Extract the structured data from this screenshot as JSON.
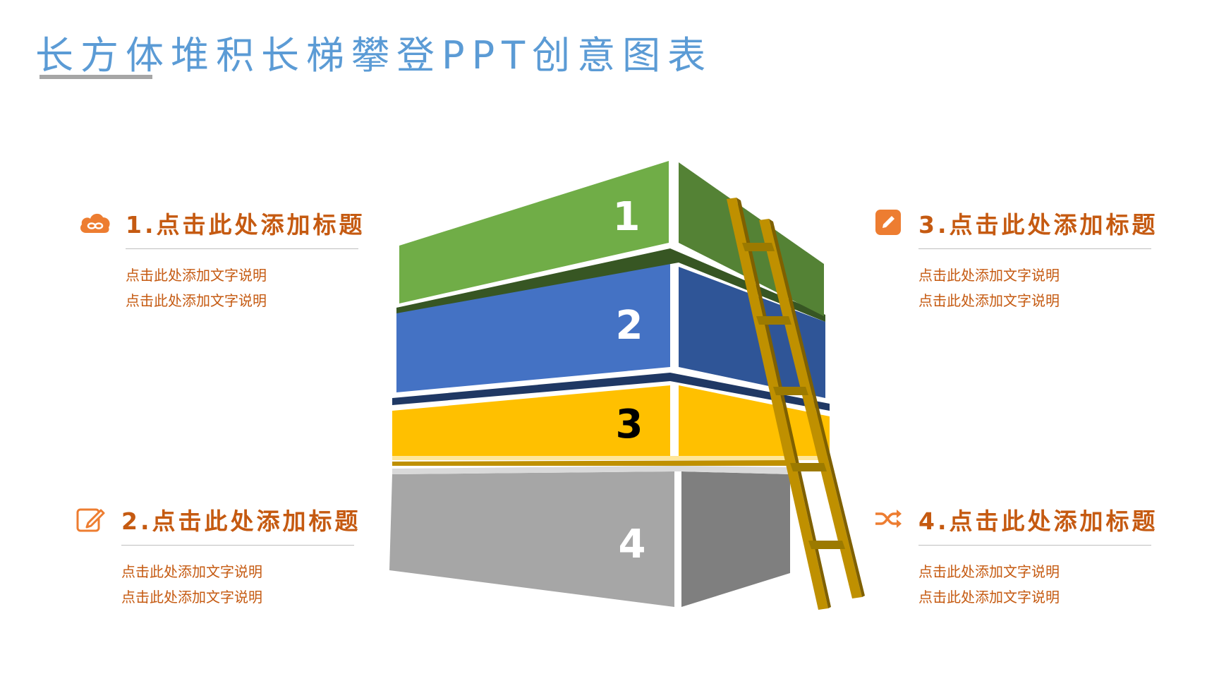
{
  "title": "长方体堆积长梯攀登PPT创意图表",
  "colors": {
    "title": "#5b9bd5",
    "accent": "#c55a11",
    "icon": "#ed7d31",
    "layer1": "#70ad47",
    "layer2": "#4472c4",
    "layer3": "#ffc000",
    "layer4": "#a5a5a5",
    "ladder": "#bf9000"
  },
  "layers": [
    {
      "number": "1"
    },
    {
      "number": "2"
    },
    {
      "number": "3"
    },
    {
      "number": "4"
    }
  ],
  "blocks": [
    {
      "icon": "cloud-link-icon",
      "title": "1.点击此处添加标题",
      "lines": [
        "点击此处添加文字说明",
        "点击此处添加文字说明"
      ]
    },
    {
      "icon": "edit-icon",
      "title": "2.点击此处添加标题",
      "lines": [
        "点击此处添加文字说明",
        "点击此处添加文字说明"
      ]
    },
    {
      "icon": "pencil-icon",
      "title": "3.点击此处添加标题",
      "lines": [
        "点击此处添加文字说明",
        "点击此处添加文字说明"
      ]
    },
    {
      "icon": "shuffle-icon",
      "title": "4.点击此处添加标题",
      "lines": [
        "点击此处添加文字说明",
        "点击此处添加文字说明"
      ]
    }
  ]
}
